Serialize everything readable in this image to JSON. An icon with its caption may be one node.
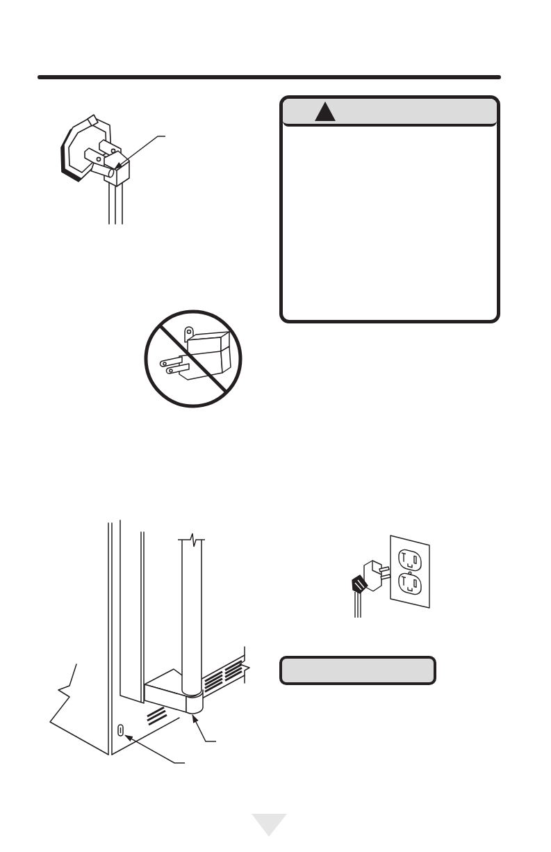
{
  "diagram": {
    "nodes": [
      {
        "text": [],
        "shape": "picture"
      },
      {
        "text": [],
        "shape": "box"
      },
      {
        "text": [],
        "shape": "bar",
        "in": 1
      },
      {
        "text": [],
        "shape": "bar"
      },
      {
        "text": [],
        "shape": "picture"
      },
      {
        "text": [],
        "shape": "picture"
      }
    ],
    "edges": [
      {
        "from": null,
        "to": 0,
        "arrow": "to"
      },
      {
        "from": null,
        "to": 4,
        "arrow": "to"
      },
      {
        "from": null,
        "to": 5,
        "arrow": "to"
      }
    ]
  }
}
